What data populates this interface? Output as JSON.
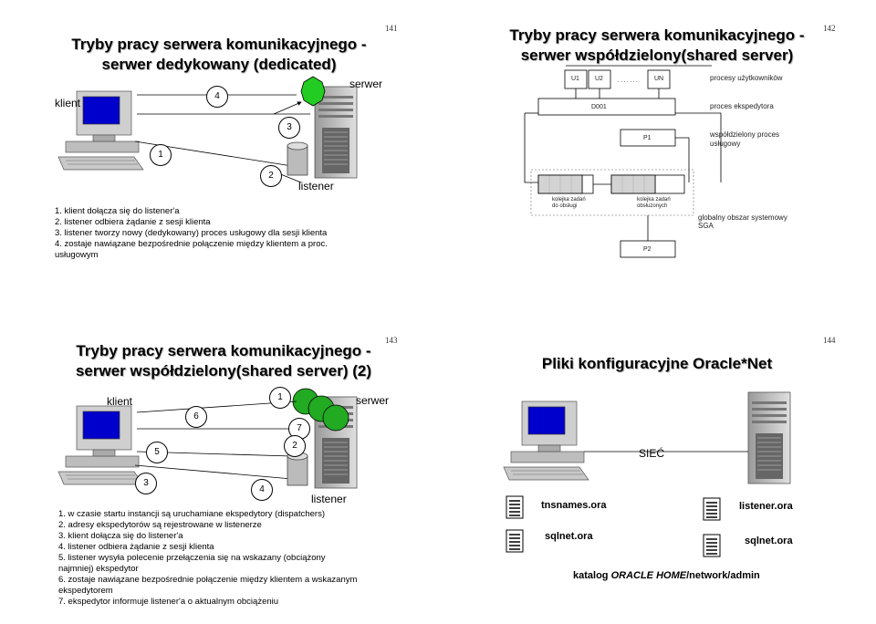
{
  "slide141": {
    "title_line1": "Tryby pracy serwera komunikacyjnego -",
    "title_line2": "serwer dedykowany (dedicated)",
    "page": "141",
    "klient": "klient",
    "serwer": "serwer",
    "listener": "listener",
    "n1": "1",
    "n2": "2",
    "n3": "3",
    "n4": "4",
    "steps": [
      "1. klient dołącza się do listener'a",
      "2. listener odbiera żądanie z sesji klienta",
      "3. listener tworzy nowy (dedykowany) proces usługowy dla sesji klienta",
      "4. zostaje nawiązane bezpośrednie połączenie między klientem a proc.",
      "usługowym"
    ]
  },
  "slide142": {
    "title_line1": "Tryby pracy serwera komunikacyjnego -",
    "title_line2": "serwer współdzielony(shared server)",
    "page": "142",
    "u1": "U1",
    "u2": "U2",
    "un": "UN",
    "d001": "D001",
    "p1": "P1",
    "p2": "P2",
    "users_label": "procesy użytkowników",
    "dispatcher_label": "proces ekspedytora",
    "shared_label_1": "współdzielony proces",
    "shared_label_2": "usługowy",
    "queue_todo_1": "kolejka zadań",
    "queue_todo_2": "do obsługi",
    "queue_done_1": "kolejka zadań",
    "queue_done_2": "obsłużonych",
    "sga_label_1": "globalny obszar systemowy",
    "sga_label_2": "SGA"
  },
  "slide143": {
    "title_line1": "Tryby pracy serwera komunikacyjnego -",
    "title_line2": "serwer współdzielony(shared server) (2)",
    "page": "143",
    "klient": "klient",
    "serwer": "serwer",
    "listener": "listener",
    "n1": "1",
    "n2": "2",
    "n3": "3",
    "n4": "4",
    "n5": "5",
    "n6": "6",
    "n7": "7",
    "steps": [
      "1. w czasie startu instancji są uruchamiane ekspedytory (dispatchers)",
      "2. adresy ekspedytorów są rejestrowane w listenerze",
      "3. klient dołącza się do listener'a",
      "4. listener odbiera żądanie z sesji klienta",
      "5. listener wysyła polecenie przełączenia się na wskazany (obciążony",
      "najmniej) ekspedytor",
      "6. zostaje nawiązane bezpośrednie połączenie między klientem a wskazanym",
      "ekspedytorem",
      "7. ekspedytor informuje listener'a o aktualnym obciążeniu"
    ]
  },
  "slide144": {
    "title": "Pliki konfiguracyjne Oracle*Net",
    "page": "144",
    "network": "SIEĆ",
    "file1": "tnsnames.ora",
    "file2": "sqlnet.ora",
    "file3": "listener.ora",
    "file4": "sqlnet.ora",
    "catalog_prefix": "katalog ",
    "catalog_italic": "ORACLE HOME",
    "catalog_suffix": "/network/admin"
  },
  "colors": {
    "screen_blue": "#0000cc",
    "octagon_green": "#22cc22",
    "sphere_green": "#22aa22",
    "computer_gray": "#c8c8c8"
  }
}
